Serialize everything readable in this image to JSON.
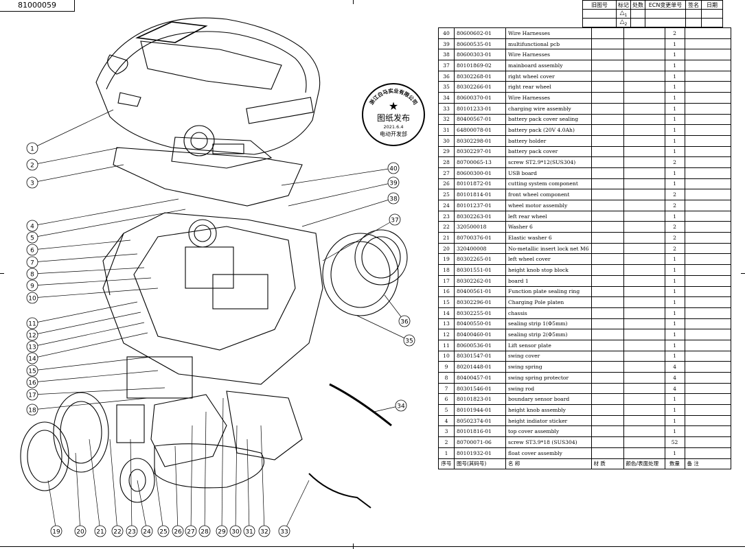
{
  "drawing_number": "81000059",
  "revision_header": {
    "old_drawing_no": "旧图号",
    "mark": "标记",
    "count": "处数",
    "ecn_no": "ECN变更单号",
    "signature": "签名",
    "date": "日期",
    "rev_marks": [
      "1",
      "2"
    ]
  },
  "stamp": {
    "company": "浙江白马实业有限公司",
    "title": "图纸发布",
    "date": "2021.6.4",
    "department": "电动开发部"
  },
  "bom": {
    "header": {
      "seq": "序号",
      "code": "图号(其码号)",
      "name": "名  称",
      "material": "材  质",
      "surface": "颜色/表面处理",
      "qty": "数量",
      "remark": "备  注"
    },
    "rows": [
      {
        "seq": "40",
        "code": "80600602-01",
        "name": "Wire Harnesses",
        "qty": "2"
      },
      {
        "seq": "39",
        "code": "80600535-01",
        "name": "multifunctional pcb",
        "qty": "1"
      },
      {
        "seq": "38",
        "code": "80600303-01",
        "name": "Wire Harnesses",
        "qty": "1"
      },
      {
        "seq": "37",
        "code": "80101869-02",
        "name": "mainboard assembly",
        "qty": "1"
      },
      {
        "seq": "36",
        "code": "80302268-01",
        "name": "right wheel cover",
        "qty": "1"
      },
      {
        "seq": "35",
        "code": "80302266-01",
        "name": "right rear wheel",
        "qty": "1"
      },
      {
        "seq": "34",
        "code": "80600370-01",
        "name": "Wire Harnesses",
        "qty": "1"
      },
      {
        "seq": "33",
        "code": "80101233-01",
        "name": "charging wire assembly",
        "qty": "1"
      },
      {
        "seq": "32",
        "code": "80400567-01",
        "name": "battery pack cover sealing",
        "qty": "1"
      },
      {
        "seq": "31",
        "code": "64800078-01",
        "name": "battery pack (20V 4.0Ah)",
        "qty": "1"
      },
      {
        "seq": "30",
        "code": "80302298-01",
        "name": "battery holder",
        "qty": "1"
      },
      {
        "seq": "29",
        "code": "80302297-01",
        "name": "battery pack cover",
        "qty": "1"
      },
      {
        "seq": "28",
        "code": "80700065-13",
        "name": "screw ST2.9*12(SUS304)",
        "qty": "2"
      },
      {
        "seq": "27",
        "code": "80600300-01",
        "name": "USB board",
        "qty": "1"
      },
      {
        "seq": "26",
        "code": "80101872-01",
        "name": "cutting system component",
        "qty": "1"
      },
      {
        "seq": "25",
        "code": "80101814-01",
        "name": "front wheel component",
        "qty": "2"
      },
      {
        "seq": "24",
        "code": "80101237-01",
        "name": "wheel motor assembly",
        "qty": "2"
      },
      {
        "seq": "23",
        "code": "80302263-01",
        "name": "left rear wheel",
        "qty": "1"
      },
      {
        "seq": "22",
        "code": "320500018",
        "name": "Washer 6",
        "qty": "2"
      },
      {
        "seq": "21",
        "code": "80700376-01",
        "name": "Elastic washer 6",
        "qty": "2"
      },
      {
        "seq": "20",
        "code": "320400008",
        "name": "No-metallic insert lock net M6",
        "qty": "2"
      },
      {
        "seq": "19",
        "code": "80302265-01",
        "name": "left wheel cover",
        "qty": "1"
      },
      {
        "seq": "18",
        "code": "80301551-01",
        "name": "height knob stop block",
        "qty": "1"
      },
      {
        "seq": "17",
        "code": "80302262-01",
        "name": "board 1",
        "qty": "1"
      },
      {
        "seq": "16",
        "code": "80400561-01",
        "name": "Function plate sealing ring",
        "qty": "1"
      },
      {
        "seq": "15",
        "code": "80302296-01",
        "name": "Charging Pole platen",
        "qty": "1"
      },
      {
        "seq": "14",
        "code": "80302255-01",
        "name": "chassis",
        "qty": "1"
      },
      {
        "seq": "13",
        "code": "80400550-01",
        "name": "sealing strip 1(Φ5mm)",
        "qty": "1"
      },
      {
        "seq": "12",
        "code": "80400460-01",
        "name": "sealing strip 2(Φ5mm)",
        "qty": "1"
      },
      {
        "seq": "11",
        "code": "80600536-01",
        "name": "Lift sensor plate",
        "qty": "1"
      },
      {
        "seq": "10",
        "code": "80301547-01",
        "name": "swing cover",
        "qty": "1"
      },
      {
        "seq": "9",
        "code": "80201448-01",
        "name": "swing spring",
        "qty": "4"
      },
      {
        "seq": "8",
        "code": "80400457-01",
        "name": "swing spring protector",
        "qty": "4"
      },
      {
        "seq": "7",
        "code": "80301546-01",
        "name": "swing rod",
        "qty": "4"
      },
      {
        "seq": "6",
        "code": "80101823-01",
        "name": "boundary sensor board",
        "qty": "1"
      },
      {
        "seq": "5",
        "code": "80101944-01",
        "name": "height knob assembly",
        "qty": "1"
      },
      {
        "seq": "4",
        "code": "80502374-01",
        "name": "height indiator sticker",
        "qty": "1"
      },
      {
        "seq": "3",
        "code": "80101816-01",
        "name": "top cover assembly",
        "qty": "1"
      },
      {
        "seq": "2",
        "code": "80700071-06",
        "name": "screw ST3.9*18 (SUS304)",
        "qty": "52"
      },
      {
        "seq": "1",
        "code": "80101932-01",
        "name": "float cover assembly",
        "qty": "1"
      }
    ]
  },
  "callouts": {
    "left": [
      "1",
      "2",
      "3",
      "4",
      "5",
      "6",
      "7",
      "8",
      "9",
      "10",
      "11",
      "12",
      "13",
      "14",
      "15",
      "16",
      "17",
      "18"
    ],
    "bottom": [
      "19",
      "20",
      "21",
      "22",
      "23",
      "24",
      "25",
      "26",
      "27",
      "28",
      "29",
      "30",
      "31",
      "32",
      "33"
    ],
    "right": [
      "34",
      "35",
      "36",
      "37",
      "38",
      "39",
      "40"
    ]
  }
}
